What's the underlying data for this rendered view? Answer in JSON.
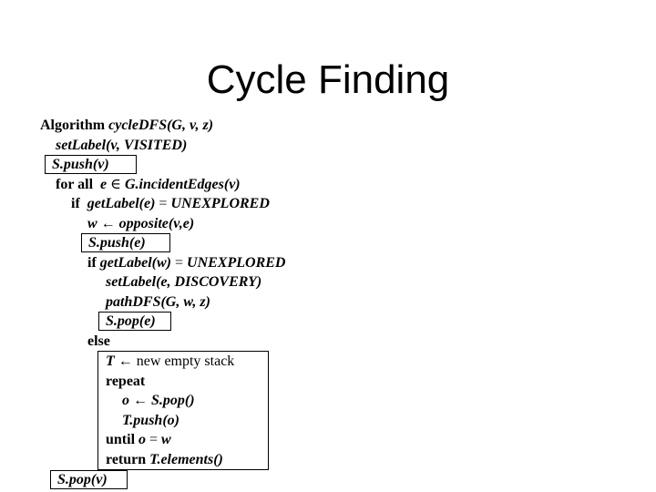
{
  "slide": {
    "title": "Cycle Finding",
    "background_color": "#ffffff",
    "text_color": "#000000",
    "box_border_color": "#000000"
  },
  "algorithm": {
    "lines": [
      {
        "segments": [
          {
            "text": "Algorithm "
          },
          {
            "text": "cycleDFS(G, v, z)"
          }
        ]
      },
      {
        "segments": [
          {
            "text": "setLabel(v, VISITED)"
          }
        ]
      },
      {
        "boxed": true,
        "segments": [
          {
            "text": "S.push(v)"
          }
        ]
      },
      {
        "segments": [
          {
            "text": "for all  "
          },
          {
            "text": "e"
          },
          {
            "text": " ∈ "
          },
          {
            "text": "G.incidentEdges(v)"
          }
        ]
      },
      {
        "segments": [
          {
            "text": "if  "
          },
          {
            "text": "getLabel(e)"
          },
          {
            "text": " = "
          },
          {
            "text": "UNEXPLORED"
          }
        ]
      },
      {
        "segments": [
          {
            "text": "w"
          },
          {
            "text": " ← "
          },
          {
            "text": "opposite(v,e)"
          }
        ]
      },
      {
        "boxed": true,
        "segments": [
          {
            "text": "S.push(e)"
          }
        ]
      },
      {
        "segments": [
          {
            "text": "if "
          },
          {
            "text": "getLabel(w)"
          },
          {
            "text": " = "
          },
          {
            "text": "UNEXPLORED"
          }
        ]
      },
      {
        "segments": [
          {
            "text": "setLabel(e, DISCOVERY)"
          }
        ]
      },
      {
        "segments": [
          {
            "text": "pathDFS(G, w, z)"
          }
        ]
      },
      {
        "boxed": true,
        "segments": [
          {
            "text": "S.pop(e)"
          }
        ]
      },
      {
        "segments": [
          {
            "text": "else"
          }
        ]
      },
      {
        "segments": [
          {
            "text": "T"
          },
          {
            "text": " ← new empty stack"
          }
        ]
      },
      {
        "segments": [
          {
            "text": "repeat"
          }
        ]
      },
      {
        "segments": [
          {
            "text": "o"
          },
          {
            "text": " ← "
          },
          {
            "text": "S.pop()"
          }
        ]
      },
      {
        "segments": [
          {
            "text": "T.push(o)"
          }
        ]
      },
      {
        "segments": [
          {
            "text": "until "
          },
          {
            "text": "o"
          },
          {
            "text": " = "
          },
          {
            "text": "w"
          }
        ]
      },
      {
        "segments": [
          {
            "text": "return "
          },
          {
            "text": "T.elements()"
          }
        ]
      },
      {
        "boxed": true,
        "segments": [
          {
            "text": "S.pop(v)"
          }
        ]
      }
    ]
  }
}
